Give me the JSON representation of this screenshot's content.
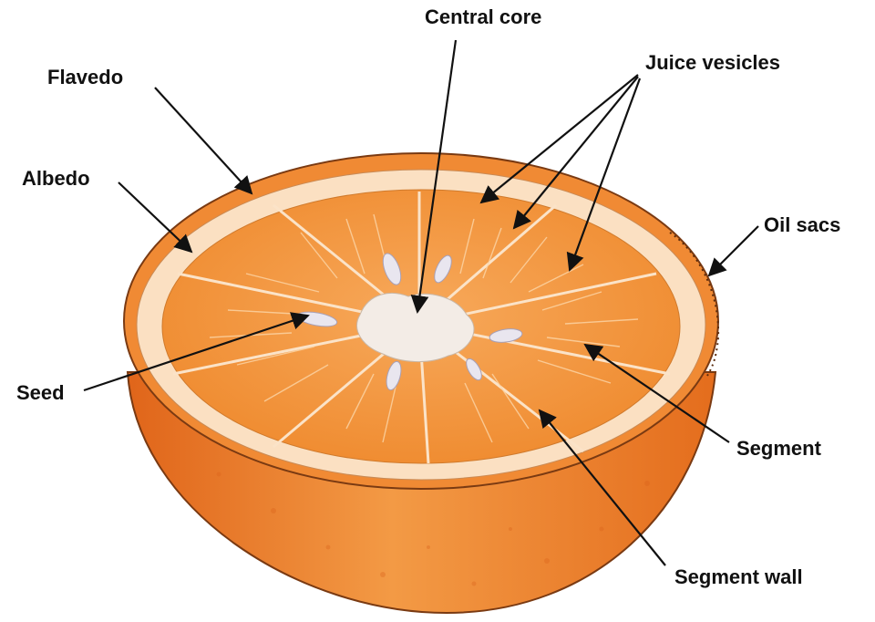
{
  "labels": {
    "central_core": "Central core",
    "juice_vesicles": "Juice vesicles",
    "flavedo": "Flavedo",
    "albedo": "Albedo",
    "oil_sacs": "Oil sacs",
    "seed": "Seed",
    "segment": "Segment",
    "segment_wall": "Segment wall"
  },
  "colors": {
    "peel_outer": "#ee7a24",
    "peel_dark": "#d8641a",
    "albedo": "#fbe0c2",
    "flesh": "#f29438",
    "vesicle_line": "#fcd9b0",
    "core": "#f3ece6",
    "seed": "#e9e6ef",
    "outline": "#6b3410",
    "arrow": "#111111"
  }
}
